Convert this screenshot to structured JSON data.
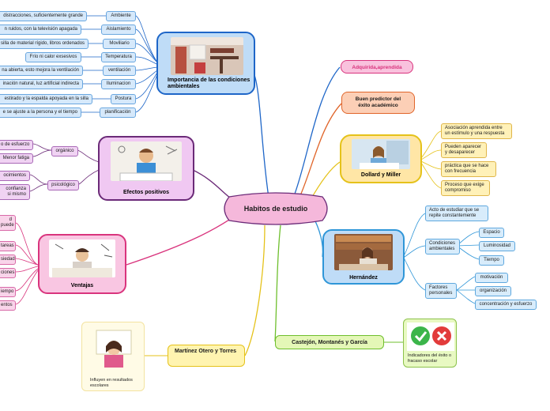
{
  "center": {
    "title": "Habitos de estudio"
  },
  "topics": {
    "importancia": {
      "title": "Importancia de las condiciones ambientales",
      "children": [
        {
          "label": "Ambiente",
          "detail": "distracciones, suficientemente grande"
        },
        {
          "label": "Aislamiento",
          "detail": "n ruidos, con la  televisión  apagada"
        },
        {
          "label": "Moviliario",
          "detail": "silla de material rígido, libros ordenados"
        },
        {
          "label": "Temperatura",
          "detail": "Frío ni calor exsesivos"
        },
        {
          "label": "ventilación",
          "detail": "na abierta, esto mejora la ventilación"
        },
        {
          "label": "Iluminacion",
          "detail": "inación  natural, luz artificial indirecta"
        },
        {
          "label": "Postura",
          "detail": "estirado y la espalda apoyada en la silla"
        },
        {
          "label": "planificación",
          "detail": "e se ajuste a la persona y el tiempo"
        }
      ]
    },
    "efectos": {
      "title": "Efectos positivos",
      "groups": [
        {
          "label": "orgánico",
          "items": [
            "o de esfuerzo",
            "Menor fatiga"
          ]
        },
        {
          "label": "psicológico",
          "items": [
            "ocimientos",
            "confianza\nsi mismo"
          ]
        }
      ]
    },
    "ventajas": {
      "title": "Ventajas",
      "items": [
        "d\npuede",
        "tareas",
        "siedad",
        "ciones",
        "iempo",
        "entos"
      ]
    },
    "martinez": {
      "title": "Martínez  Otero y Torres",
      "note": "Influyen en resultados escolares"
    },
    "castejon": {
      "title": "Castejón, Montanés y García",
      "note": "Indicadores del éxito o fracaso escolar"
    },
    "adquirida": {
      "title": "Adquirida,aprendida"
    },
    "predictor": {
      "title": "Buen predictor del éxito académico"
    },
    "dollard": {
      "title": "Dollard y Miller",
      "items": [
        "Asociación aprendida entre un estímulo y una respuesta",
        "Pueden aparecer y desaparecer",
        "práctica que se hace con frecuencia",
        "Proceso que exige compromiso"
      ]
    },
    "hernandez": {
      "title": "Hernández",
      "items": [
        {
          "label": "Acto de estudiar que se repite constantemente",
          "children": []
        },
        {
          "label": "Condiciones ambientales",
          "children": [
            "Espacio",
            "Luminosidad",
            "Tiempo"
          ]
        },
        {
          "label": "Factores personales",
          "children": [
            "motivación",
            "organización",
            "concentración y esfuerzo"
          ]
        }
      ]
    }
  },
  "colors": {
    "blue": "#1e66c8",
    "pink": "#d9347d",
    "purple": "#6b2a78",
    "orange": "#e0652a",
    "yellow": "#e5c21a",
    "green": "#6fbf2e",
    "lightblue": "#2f96d8"
  },
  "icons": {
    "check": "green-check-icon",
    "cross": "red-x-icon"
  }
}
